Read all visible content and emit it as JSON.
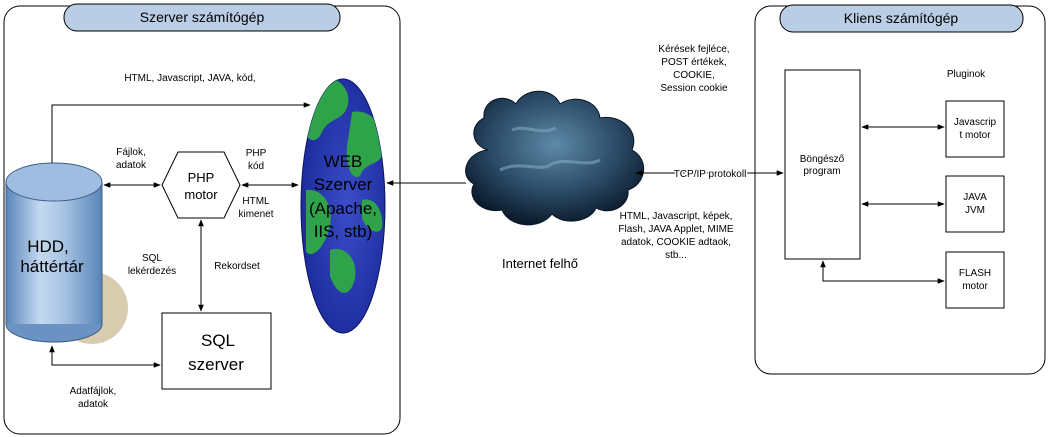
{
  "server": {
    "title": "Szerver számítógép"
  },
  "client": {
    "title": "Kliens számítógép"
  },
  "hdd": {
    "lines": [
      "HDD,",
      "háttértár"
    ]
  },
  "php": {
    "lines": [
      "PHP",
      "motor"
    ]
  },
  "sql": {
    "lines": [
      "SQL",
      "szerver"
    ]
  },
  "web": {
    "lines": [
      "WEB",
      "Szerver",
      "(Apache,",
      "IIS, stb)"
    ]
  },
  "internet": {
    "label": "Internet felhő"
  },
  "browser": {
    "lines": [
      "Böngésző",
      "program"
    ]
  },
  "plugins": {
    "title": "Pluginok",
    "javascript": [
      "Javascrip",
      "t motor"
    ],
    "java": [
      "JAVA",
      "JVM"
    ],
    "flash": [
      "FLASH",
      "motor"
    ]
  },
  "labels": {
    "top_code": "HTML, Javascript, JAVA, kód,",
    "files": [
      "Fájlok,",
      "adatok"
    ],
    "php_code": [
      "PHP",
      "kód"
    ],
    "html_output": [
      "HTML",
      "kimenet"
    ],
    "sql_query": [
      "SQL",
      "lekérdezés"
    ],
    "recordset": "Rekordset",
    "datafiles": [
      "Adatfájlok,",
      "adatok"
    ],
    "requests": [
      "Kérések fejléce,",
      "POST értékek,",
      "COOKIE,",
      "Session cookie"
    ],
    "tcpip": "TCP/IP protokoll",
    "response": [
      "HTML, Javascript, képek,",
      "Flash, JAVA Applet, MIME",
      "adatok, COOKIE adtaok,",
      "stb..."
    ]
  }
}
